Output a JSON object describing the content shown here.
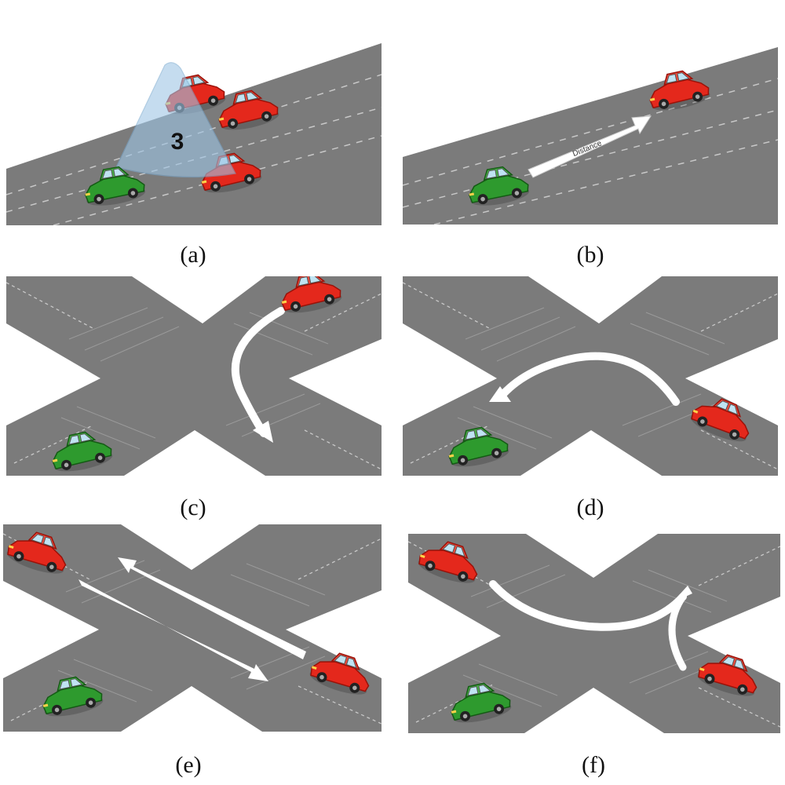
{
  "figure": {
    "panels": [
      {
        "id": "a",
        "caption": "(a)",
        "overlay_label": "3",
        "scene": "highway",
        "cars": {
          "green": 1,
          "red": 3
        }
      },
      {
        "id": "b",
        "caption": "(b)",
        "overlay_label": "Distance",
        "scene": "highway",
        "cars": {
          "green": 1,
          "red": 1
        }
      },
      {
        "id": "c",
        "caption": "(c)",
        "scene": "intersection",
        "cars": {
          "green": 1,
          "red": 1
        }
      },
      {
        "id": "d",
        "caption": "(d)",
        "scene": "intersection",
        "cars": {
          "green": 1,
          "red": 1
        }
      },
      {
        "id": "e",
        "caption": "(e)",
        "scene": "intersection",
        "cars": {
          "green": 1,
          "red": 2
        }
      },
      {
        "id": "f",
        "caption": "(f)",
        "scene": "intersection",
        "cars": {
          "green": 1,
          "red": 2
        }
      }
    ]
  },
  "colors": {
    "road": "#7b7b7b",
    "lane_line": "#c8c8c8",
    "ego_car": "#2e9a2e",
    "other_car": "#e4281c",
    "arrow": "#ffffff",
    "sensor_cone": "#9fc6e6"
  }
}
